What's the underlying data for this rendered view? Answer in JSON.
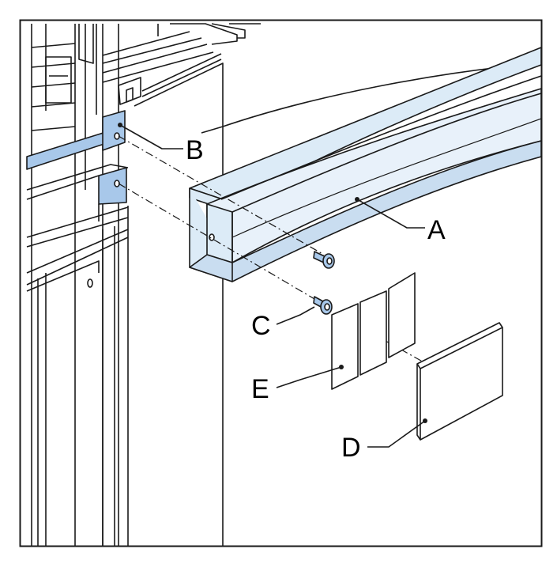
{
  "callouts": {
    "a": "A",
    "b": "B",
    "c": "C",
    "d": "D",
    "e": "E"
  },
  "colors": {
    "highlight_light": "#dcebf7",
    "highlight_mid": "#c9ddf0",
    "highlight_dark": "#a8c8ea",
    "line": "#1a1a1a",
    "background": "#ffffff"
  }
}
